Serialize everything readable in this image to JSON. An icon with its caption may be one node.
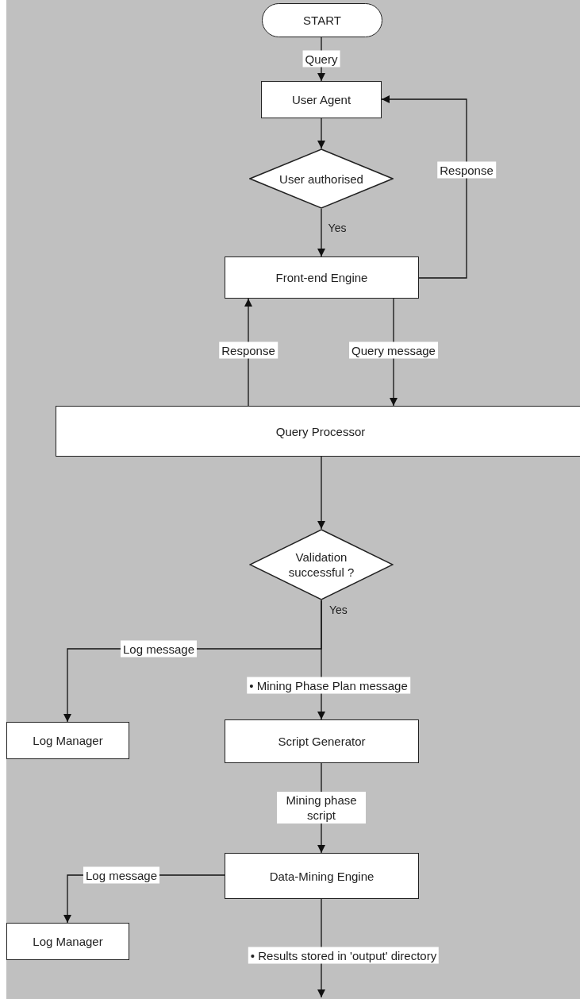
{
  "diagram": {
    "nodes": [
      {
        "text": [
          "START"
        ]
      },
      {
        "text": [
          "User Agent"
        ]
      },
      {
        "text": [
          "User authorised"
        ]
      },
      {
        "text": [
          "Front-end Engine"
        ]
      },
      {
        "text": [
          "Query Processor"
        ]
      },
      {
        "text": [
          "Validation successful ?"
        ],
        "beside": [
          "Yes"
        ]
      },
      {
        "text": [
          "Log Manager"
        ]
      },
      {
        "text": [
          "Script Generator"
        ]
      },
      {
        "text": [
          "Data-Mining Engine"
        ]
      },
      {
        "text": [
          "Log Manager"
        ]
      }
    ],
    "edges": [
      {
        "from": 0,
        "to": 1,
        "arrow": "to",
        "label": "Query"
      },
      {
        "from": 1,
        "to": 2,
        "arrow": "to"
      },
      {
        "from": 2,
        "to": 3,
        "arrow": "to",
        "label": "Yes"
      },
      {
        "from": 3,
        "to": 1,
        "arrow": "to",
        "label": "Response"
      },
      {
        "from": 4,
        "to": 3,
        "arrow": "to",
        "label": "Response"
      },
      {
        "from": 3,
        "to": 4,
        "arrow": "to",
        "label": "Query message"
      },
      {
        "from": 4,
        "to": 5,
        "arrow": "to"
      },
      {
        "from": 5,
        "to": 6,
        "arrow": "to",
        "label": "Log message"
      },
      {
        "from": 5,
        "to": 7,
        "arrow": "to",
        "label": "• Mining Phase Plan message"
      },
      {
        "from": 7,
        "to": 8,
        "arrow": "to",
        "label": "Mining phase script"
      },
      {
        "from": 8,
        "to": 9,
        "arrow": "to",
        "label": "Log message"
      },
      {
        "from": 8,
        "to": null,
        "arrow": "to",
        "label": "• Results stored in 'output' directory"
      }
    ]
  }
}
